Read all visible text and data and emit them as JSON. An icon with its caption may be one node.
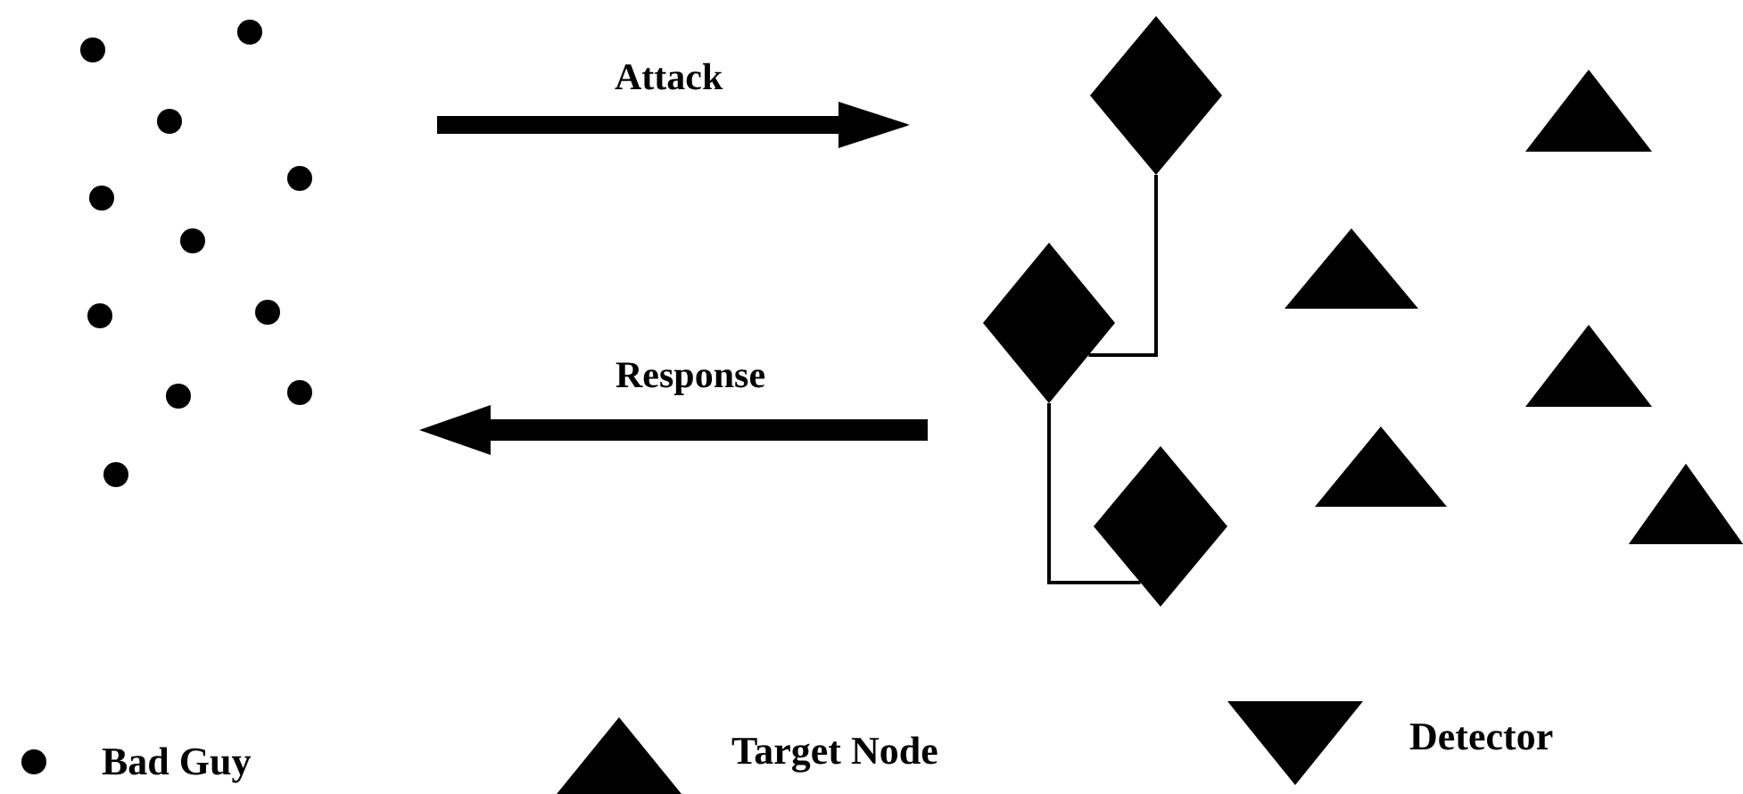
{
  "diagram": {
    "nodes": [
      {
        "text": [],
        "shape": "circle"
      },
      {
        "text": [],
        "shape": "circle"
      },
      {
        "text": [],
        "shape": "circle"
      },
      {
        "text": [],
        "shape": "circle"
      },
      {
        "text": [],
        "shape": "circle"
      },
      {
        "text": [],
        "shape": "circle"
      },
      {
        "text": [],
        "shape": "circle"
      },
      {
        "text": [],
        "shape": "circle"
      },
      {
        "text": [],
        "shape": "circle"
      },
      {
        "text": [],
        "shape": "circle"
      },
      {
        "text": [],
        "shape": "circle"
      },
      {
        "text": [],
        "shape": "diamond"
      },
      {
        "text": [],
        "shape": "diamond"
      },
      {
        "text": [],
        "shape": "diamond"
      },
      {
        "text": [],
        "shape": "triangle"
      },
      {
        "text": [],
        "shape": "triangle"
      },
      {
        "text": [],
        "shape": "triangle"
      },
      {
        "text": [],
        "shape": "triangle"
      },
      {
        "text": [],
        "shape": "triangle"
      },
      {
        "text": [],
        "shape": "triangle"
      }
    ],
    "edges": [
      {
        "from": 11,
        "to": 12,
        "arrow": "none"
      },
      {
        "from": 12,
        "to": 13,
        "arrow": "none"
      }
    ],
    "labels": [
      "Attack",
      "Response"
    ],
    "legend": [
      {
        "text": "Bad Guy"
      },
      {
        "text": "Target Node"
      },
      {
        "text": "Detector"
      }
    ]
  }
}
